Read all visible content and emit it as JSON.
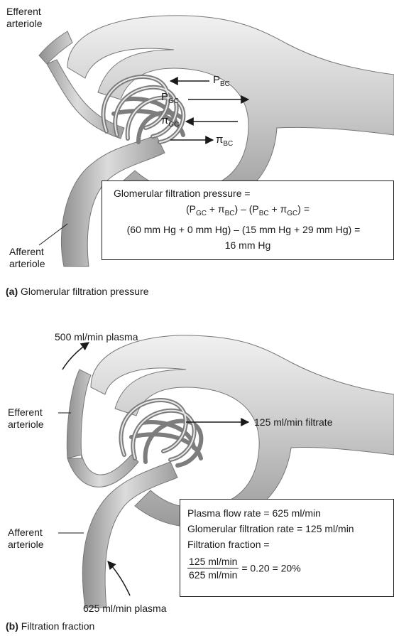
{
  "panel_a": {
    "efferent_label_1": "Efferent",
    "efferent_label_2": "arteriole",
    "afferent_label_1": "Afferent",
    "afferent_label_2": "arteriole",
    "p_bc": "P",
    "p_bc_sub": "BC",
    "p_gc": "P",
    "p_gc_sub": "GC",
    "pi_gc": "π",
    "pi_gc_sub": "GC",
    "pi_bc": "π",
    "pi_bc_sub": "BC",
    "box": {
      "line1": "Glomerular filtration pressure =",
      "line2": "(PGC + πBC) – (PBC + πGC) =",
      "line3": "(60 mm Hg + 0 mm Hg) – (15 mm Hg + 29 mm Hg) =",
      "line4": "16 mm Hg"
    },
    "caption_letter": "(a)",
    "caption_text": "Glomerular filtration pressure"
  },
  "panel_b": {
    "plasma_out": "500 ml/min plasma",
    "efferent_label_1": "Efferent",
    "efferent_label_2": "arteriole",
    "afferent_label_1": "Afferent",
    "afferent_label_2": "arteriole",
    "filtrate": "125 ml/min filtrate",
    "plasma_in": "625 ml/min plasma",
    "box": {
      "line1": "Plasma flow rate = 625 ml/min",
      "line2": "Glomerular filtration rate = 125 ml/min",
      "line3": "Filtration fraction =",
      "frac_num": "125 ml/min",
      "frac_den": "625 ml/min",
      "frac_result": "= 0.20 = 20%"
    },
    "caption_letter": "(b)",
    "caption_text": "Filtration fraction"
  }
}
